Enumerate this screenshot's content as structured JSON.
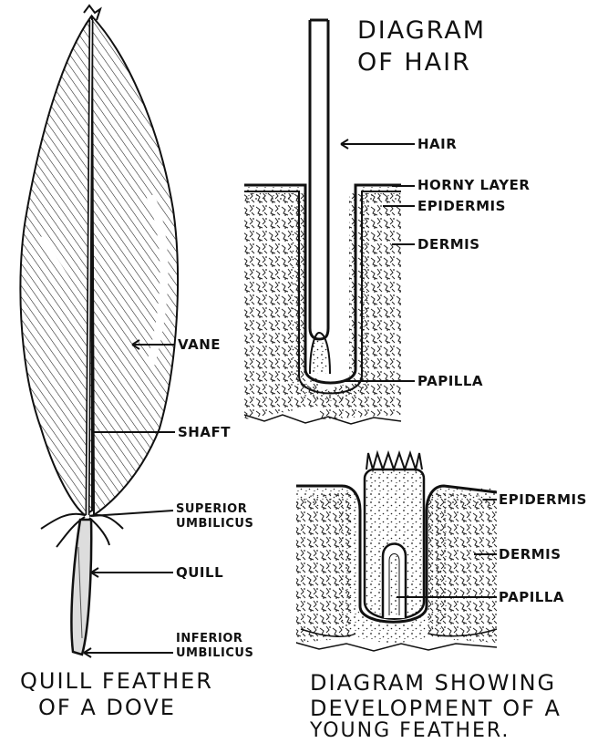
{
  "hair_diagram": {
    "title_line1": "DIAGRAM",
    "title_line2": "OF HAIR",
    "labels": {
      "hair": "HAIR",
      "horny_layer": "HORNY LAYER",
      "epidermis": "EPIDERMIS",
      "dermis": "DERMIS",
      "papilla": "PAPILLA"
    }
  },
  "feather": {
    "labels": {
      "vane": "VANE",
      "shaft": "SHAFT",
      "superior_umbilicus_1": "SUPERIOR",
      "superior_umbilicus_2": "UMBILICUS",
      "quill": "QUILL",
      "inferior_umbilicus_1": "INFERIOR",
      "inferior_umbilicus_2": "UMBILICUS"
    },
    "caption_line1": "QUILL FEATHER",
    "caption_line2": "OF A DOVE"
  },
  "young_feather": {
    "labels": {
      "epidermis": "EPIDERMIS",
      "dermis": "DERMIS",
      "papilla": "PAPILLA"
    },
    "caption_line1": "DIAGRAM SHOWING",
    "caption_line2": "DEVELOPMENT OF A",
    "caption_line3": "YOUNG FEATHER."
  }
}
